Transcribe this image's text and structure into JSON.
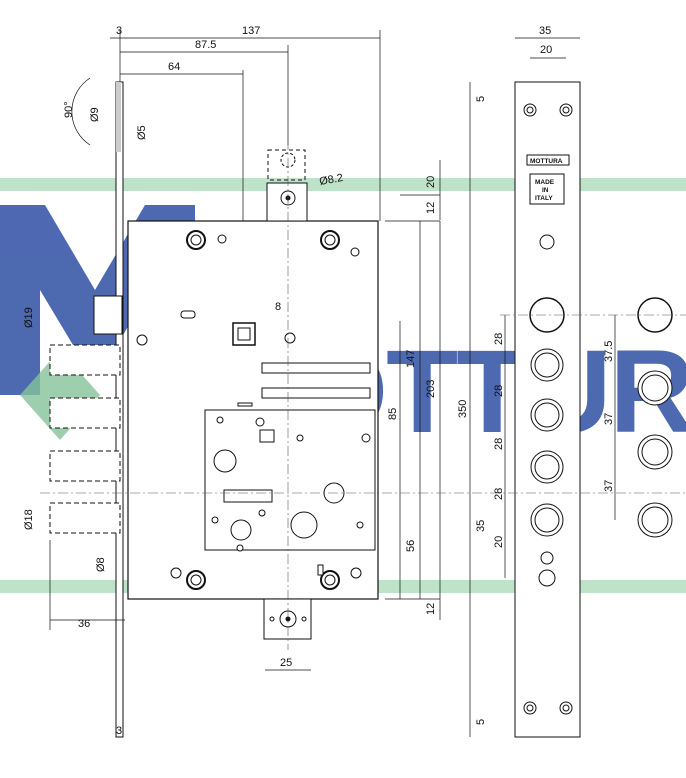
{
  "brand": {
    "watermark": "MOTTURA",
    "plate_label": "MOTTURA",
    "made_in_lines": [
      "MADE",
      "IN",
      "ITALY"
    ],
    "stripe_color": "#bfe3c9",
    "watermark_color": "#2f4fa3"
  },
  "dimensions": {
    "top_offset": "3",
    "bottom_offset": "3",
    "width_137": "137",
    "width_87_5": "87.5",
    "width_64": "64",
    "angle": "90°",
    "dia_9": "Ø9",
    "dia_5": "Ø5",
    "dia_8_2": "Ø8.2",
    "top_20": "20",
    "top_12": "12",
    "square_8": "8",
    "dia_19": "Ø19",
    "dia_18": "Ø18",
    "dia_8": "Ø8",
    "left_36": "36",
    "h_147": "147",
    "h_85": "85",
    "h_203": "203",
    "h_350": "350",
    "h_56": "56",
    "bottom_12": "12",
    "bottom_25": "25",
    "plate_35": "35",
    "plate_20": "20",
    "plate_top_5": "5",
    "plate_bottom_5": "5",
    "bolt_28_1": "28",
    "bolt_28_2": "28",
    "bolt_28_3": "28",
    "bolt_28_4": "28",
    "plate_35_low": "35",
    "plate_20_low": "20",
    "keeper_37_5": "37.5",
    "keeper_37_1": "37",
    "keeper_37_2": "37"
  }
}
